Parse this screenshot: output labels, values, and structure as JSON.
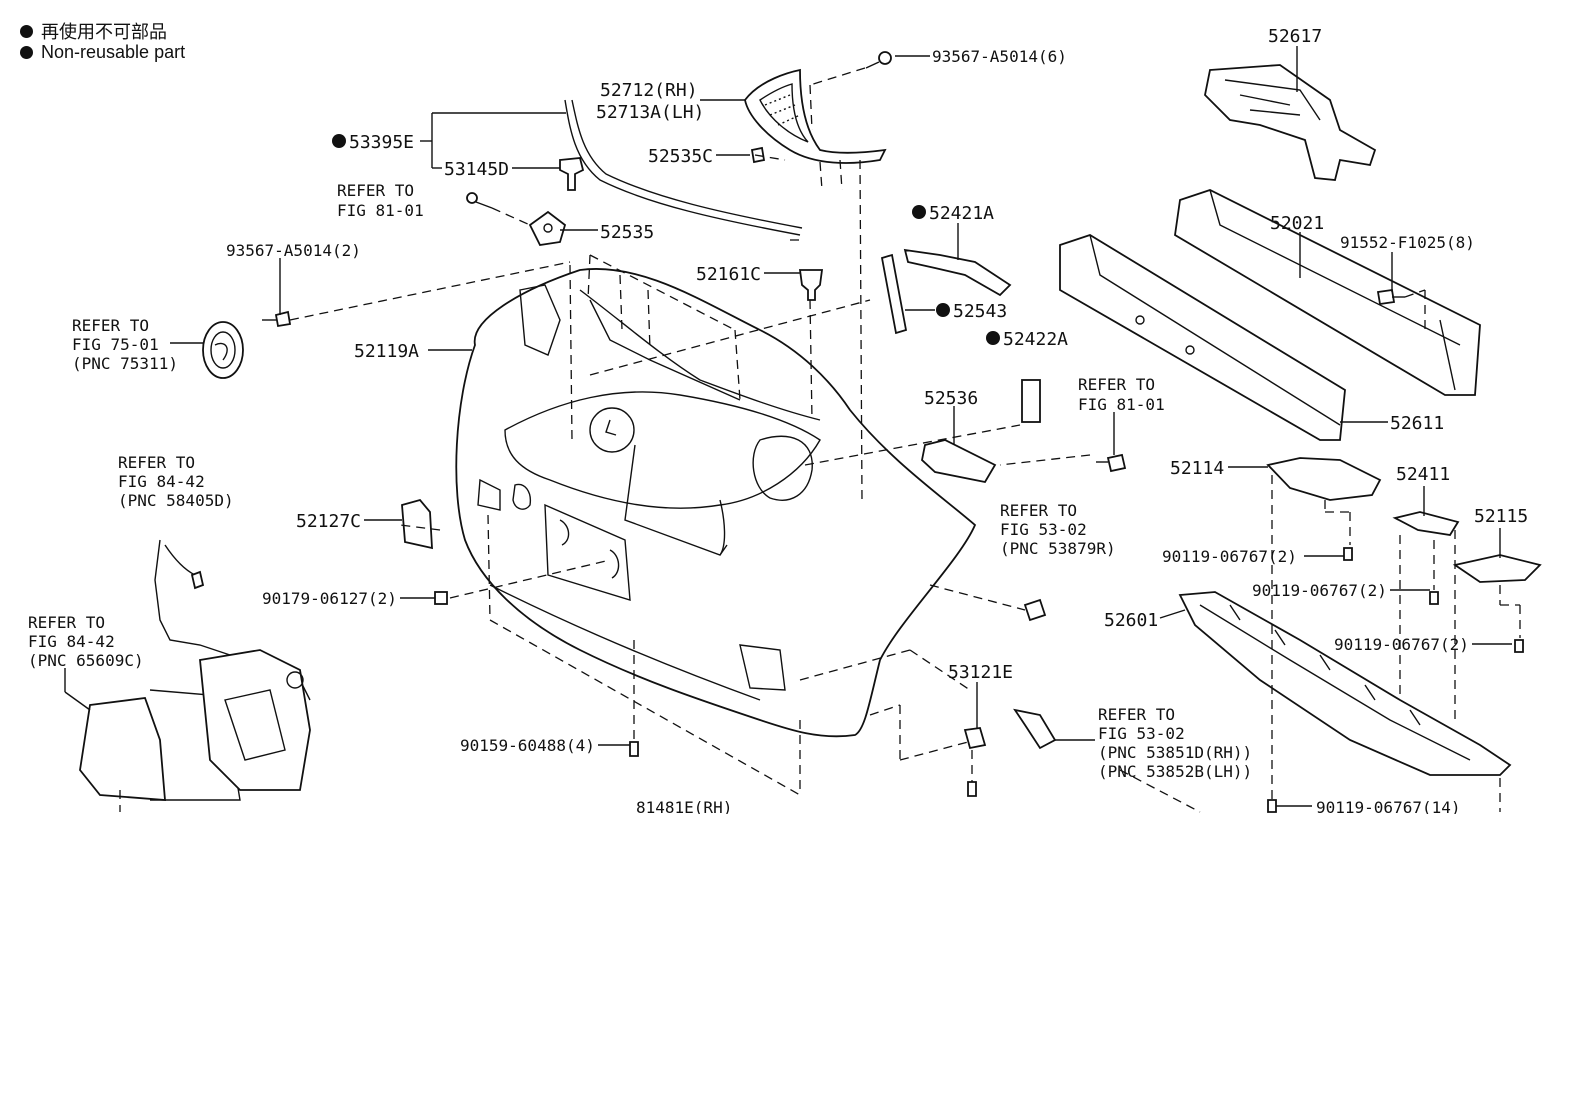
{
  "legend": [
    {
      "text": "再使用不可部品"
    },
    {
      "text": "Non-reusable part"
    }
  ],
  "callouts": {
    "p52617": "52617",
    "p93567_6": "93567-A5014(6)",
    "p52712": "52712(RH)",
    "p52713": "52713A(LH)",
    "p53395": "53395E",
    "p53145": "53145D",
    "p52535c": "52535C",
    "refer_81_a": "REFER TO",
    "refer_81_b": "FIG 81-01",
    "p52535": "52535",
    "p52021": "52021",
    "p91552": "91552-F1025(8)",
    "p52421": "52421A",
    "p93567_2": "93567-A5014(2)",
    "p52161": "52161C",
    "p52543": "52543",
    "refer_75_a": "REFER TO",
    "refer_75_b": "FIG 75-01",
    "refer_75_c": "(PNC 75311)",
    "p52119": "52119A",
    "p52422": "52422A",
    "p52536": "52536",
    "refer_81b_a": "REFER TO",
    "refer_81b_b": "FIG 81-01",
    "p52611": "52611",
    "refer_84a_a": "REFER TO",
    "refer_84a_b": "FIG 84-42",
    "refer_84a_c": "(PNC 58405D)",
    "p52114": "52114",
    "p52411": "52411",
    "p52127": "52127C",
    "refer_53a_a": "REFER TO",
    "refer_53a_b": "FIG 53-02",
    "refer_53a_c": "(PNC 53879R)",
    "p52115": "52115",
    "p90119_a": "90119-06767(2)",
    "p90179": "90179-06127(2)",
    "p90119_b": "90119-06767(2)",
    "p52601": "52601",
    "refer_84b_a": "REFER TO",
    "refer_84b_b": "FIG 84-42",
    "refer_84b_c": "(PNC 65609C)",
    "p90119_c": "90119-06767(2)",
    "p53121": "53121E",
    "refer_53b_a": "REFER TO",
    "refer_53b_b": "FIG 53-02",
    "refer_53b_c": "(PNC 53851D(RH))",
    "refer_53b_d": "(PNC 53852B(LH))",
    "p90159": "90159-60488(4)",
    "p81481": "81481E(RH)",
    "p90119_14": "90119-06767(14)"
  }
}
